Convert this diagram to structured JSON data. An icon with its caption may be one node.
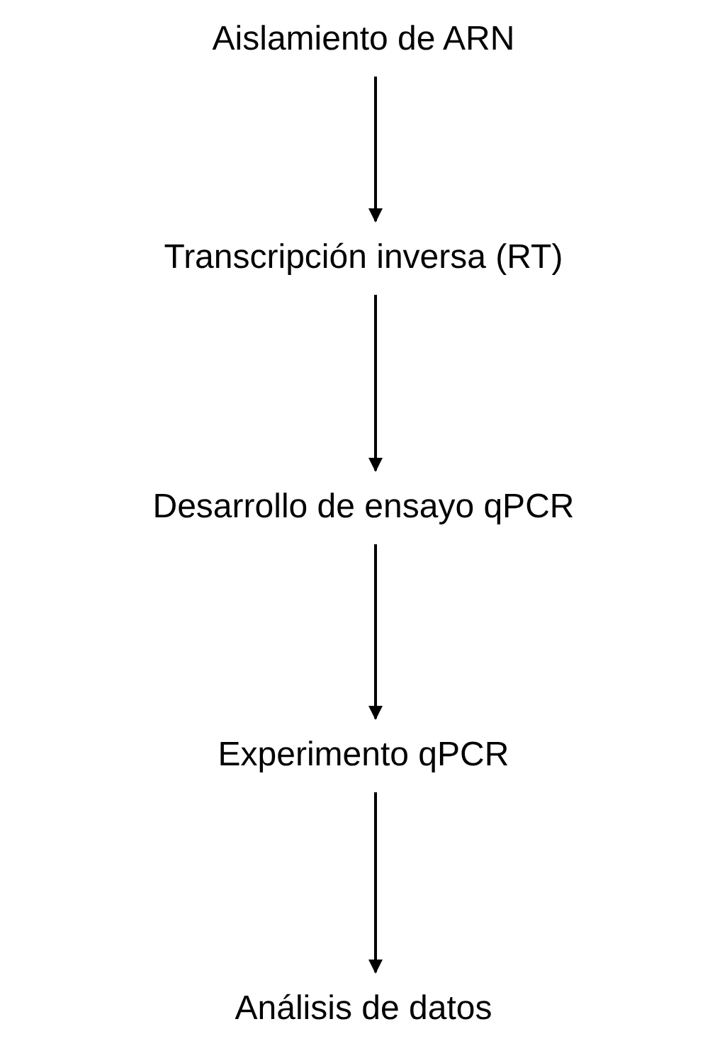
{
  "diagram": {
    "nodes": [
      {
        "text": [
          "Aislamiento de ARN"
        ]
      },
      {
        "text": [
          "Transcripción inversa (RT)"
        ]
      },
      {
        "text": [
          "Desarrollo de ensayo qPCR"
        ]
      },
      {
        "text": [
          "Experimento qPCR"
        ]
      },
      {
        "text": [
          "Análisis de datos"
        ]
      }
    ],
    "edges": [
      {
        "from": 0,
        "to": 1,
        "arrow": "to"
      },
      {
        "from": 1,
        "to": 2,
        "arrow": "to"
      },
      {
        "from": 2,
        "to": 3,
        "arrow": "to"
      },
      {
        "from": 3,
        "to": 4,
        "arrow": "to"
      }
    ]
  }
}
